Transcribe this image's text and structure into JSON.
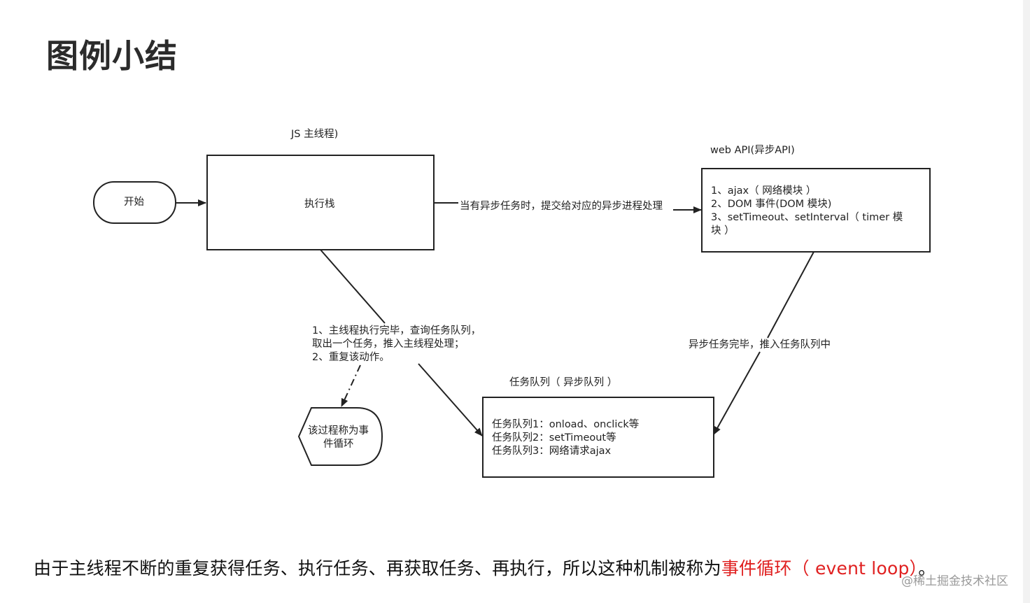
{
  "title": "图例小结",
  "nodes": {
    "start": {
      "label": "开始"
    },
    "main_thread": {
      "header": "JS 主线程)",
      "label": "执行栈"
    },
    "web_api": {
      "header": "web API(异步API)",
      "lines": [
        "1、ajax（ 网络模块 ）",
        "2、DOM 事件(DOM 模块)",
        "3、setTimeout、setInterval（ timer 模",
        "块 ）"
      ]
    },
    "task_queue": {
      "header": "任务队列（ 异步队列 ）",
      "lines": [
        "任务队列1：onload、onclick等",
        "任务队列2：setTimeout等",
        "任务队列3：网络请求ajax"
      ]
    },
    "event_loop": {
      "lines": [
        "该过程称为事",
        "件循环"
      ]
    }
  },
  "edges": {
    "submit": "当有异步任务时，提交给对应的异步进程处理",
    "enqueue": "异步任务完毕，推入任务队列中",
    "loop_lines": [
      "1、主线程执行完毕，查询任务队列，",
      "取出一个任务，推入主线程处理；",
      "2、重复该动作。"
    ]
  },
  "caption": {
    "text": "由于主线程不断的重复获得任务、执行任务、再获取任务、再执行，所以这种机制被称为",
    "highlight": "事件循环（ event loop）",
    "end": "。",
    "highlight_color": "#e02020"
  },
  "watermark": "@稀土掘金技术社区"
}
